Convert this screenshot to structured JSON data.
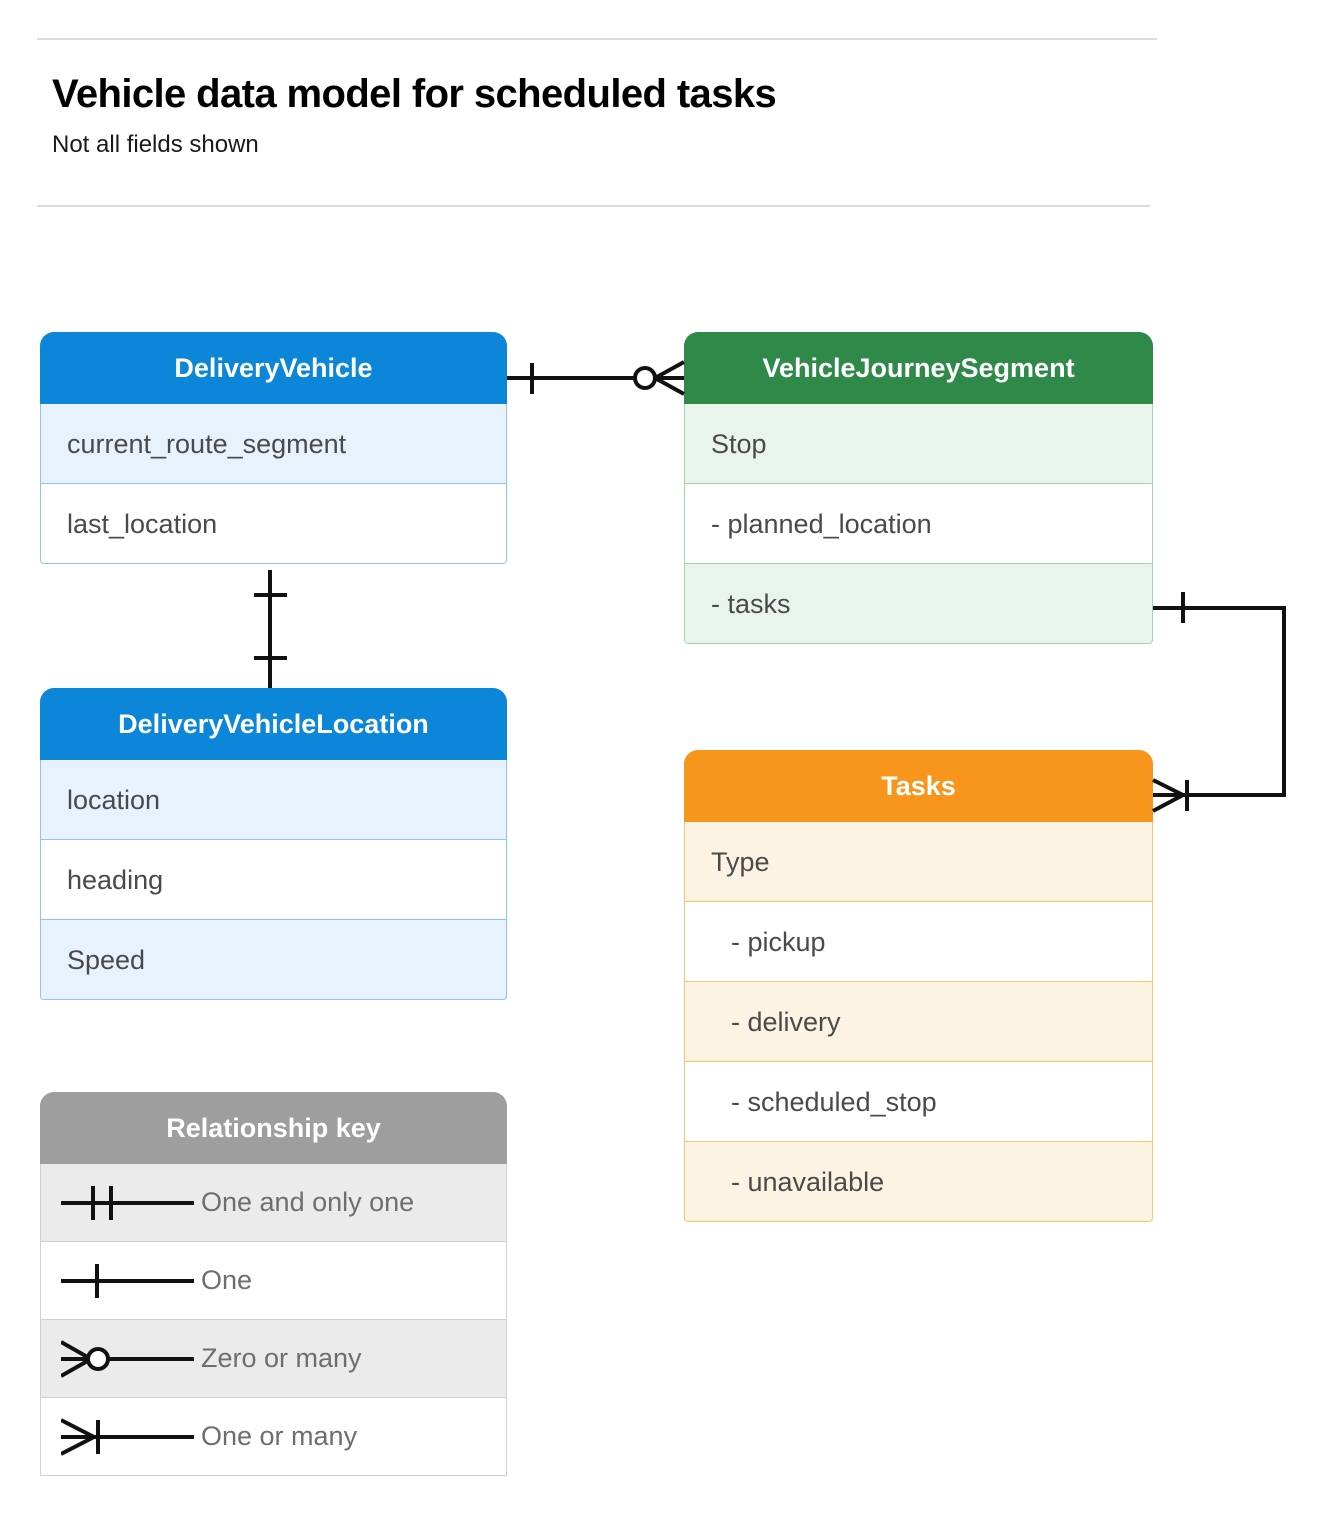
{
  "header": {
    "title": "Vehicle data model for scheduled tasks",
    "subtitle": "Not all fields shown"
  },
  "entities": [
    {
      "id": "delivery-vehicle",
      "name": "DeliveryVehicle",
      "color": "#0b86d8",
      "rows": [
        "current_route_segment",
        "last_location"
      ]
    },
    {
      "id": "vehicle-journey-segment",
      "name": "VehicleJourneySegment",
      "color": "#2f8a4a",
      "rows": [
        "Stop",
        "-  planned_location",
        "- tasks"
      ]
    },
    {
      "id": "delivery-vehicle-location",
      "name": "DeliveryVehicleLocation",
      "color": "#0b86d8",
      "rows": [
        "location",
        "heading",
        "Speed"
      ]
    },
    {
      "id": "tasks",
      "name": "Tasks",
      "color": "#f7951d",
      "rows": [
        "Type",
        "-  pickup",
        "-  delivery",
        "-  scheduled_stop",
        "-  unavailable"
      ]
    }
  ],
  "legend": {
    "title": "Relationship key",
    "color": "#9e9e9e",
    "items": [
      {
        "symbol": "one-and-only-one",
        "label": "One and only one"
      },
      {
        "symbol": "one",
        "label": "One"
      },
      {
        "symbol": "zero-or-many",
        "label": "Zero or many"
      },
      {
        "symbol": "one-or-many",
        "label": "One or many"
      }
    ]
  },
  "relationships": [
    {
      "id": "vehicle-to-journey-segment",
      "from": "DeliveryVehicle",
      "to": "VehicleJourneySegment",
      "from_cardinality": "One",
      "to_cardinality": "Zero or many"
    },
    {
      "id": "vehicle-to-vehicle-location",
      "from": "DeliveryVehicle",
      "to": "DeliveryVehicleLocation",
      "from_cardinality": "One",
      "to_cardinality": "One"
    },
    {
      "id": "journey-segment-tasks-to-tasks",
      "from": "VehicleJourneySegment",
      "to": "Tasks",
      "from_cardinality": "One",
      "to_cardinality": "One or many"
    }
  ],
  "colors": {
    "blue": "#0b86d8",
    "green": "#2f8a4a",
    "orange": "#f7951d",
    "gray": "#9e9e9e",
    "line": "#111111",
    "rule": "#dadce0"
  }
}
